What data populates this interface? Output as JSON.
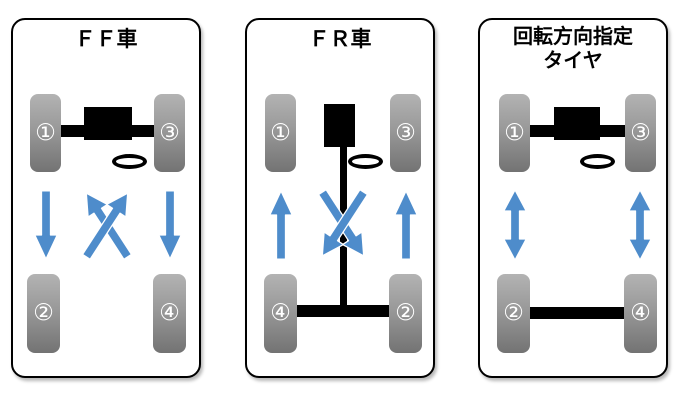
{
  "figure": {
    "description": "Tire rotation pattern diagram by drivetrain type"
  },
  "colors": {
    "background": "#ffffff",
    "panel_fill": "#ffffff",
    "panel_border": "#000000",
    "chassis": "#000000",
    "arrow_fill": "#4e8ccb",
    "arrow_outline": "#ffffff",
    "tire_top": "#b3b3b3",
    "tire_mid": "#999999",
    "tire_bottom": "#737373",
    "tire_label": "#ffffff"
  },
  "panels": [
    {
      "title": "ＦＦ車",
      "drivetrain": "front-engine front-wheel-drive",
      "tires": {
        "front_left": "①",
        "front_right": "③",
        "rear_left": "②",
        "rear_right": "④"
      },
      "rotation_arrows": {
        "left": "down",
        "center": "cross-up",
        "right": "down"
      }
    },
    {
      "title": "ＦＲ車",
      "drivetrain": "front-engine rear-wheel-drive",
      "tires": {
        "front_left": "①",
        "front_right": "③",
        "rear_left": "④",
        "rear_right": "②"
      },
      "rotation_arrows": {
        "left": "up",
        "center": "cross-down",
        "right": "up"
      }
    },
    {
      "title": "回転方向指定",
      "title_line2": "タイヤ",
      "drivetrain": "direction-specified tires",
      "tires": {
        "front_left": "①",
        "front_right": "③",
        "rear_left": "②",
        "rear_right": "④"
      },
      "rotation_arrows": {
        "left": "up-down",
        "right": "up-down"
      }
    }
  ]
}
